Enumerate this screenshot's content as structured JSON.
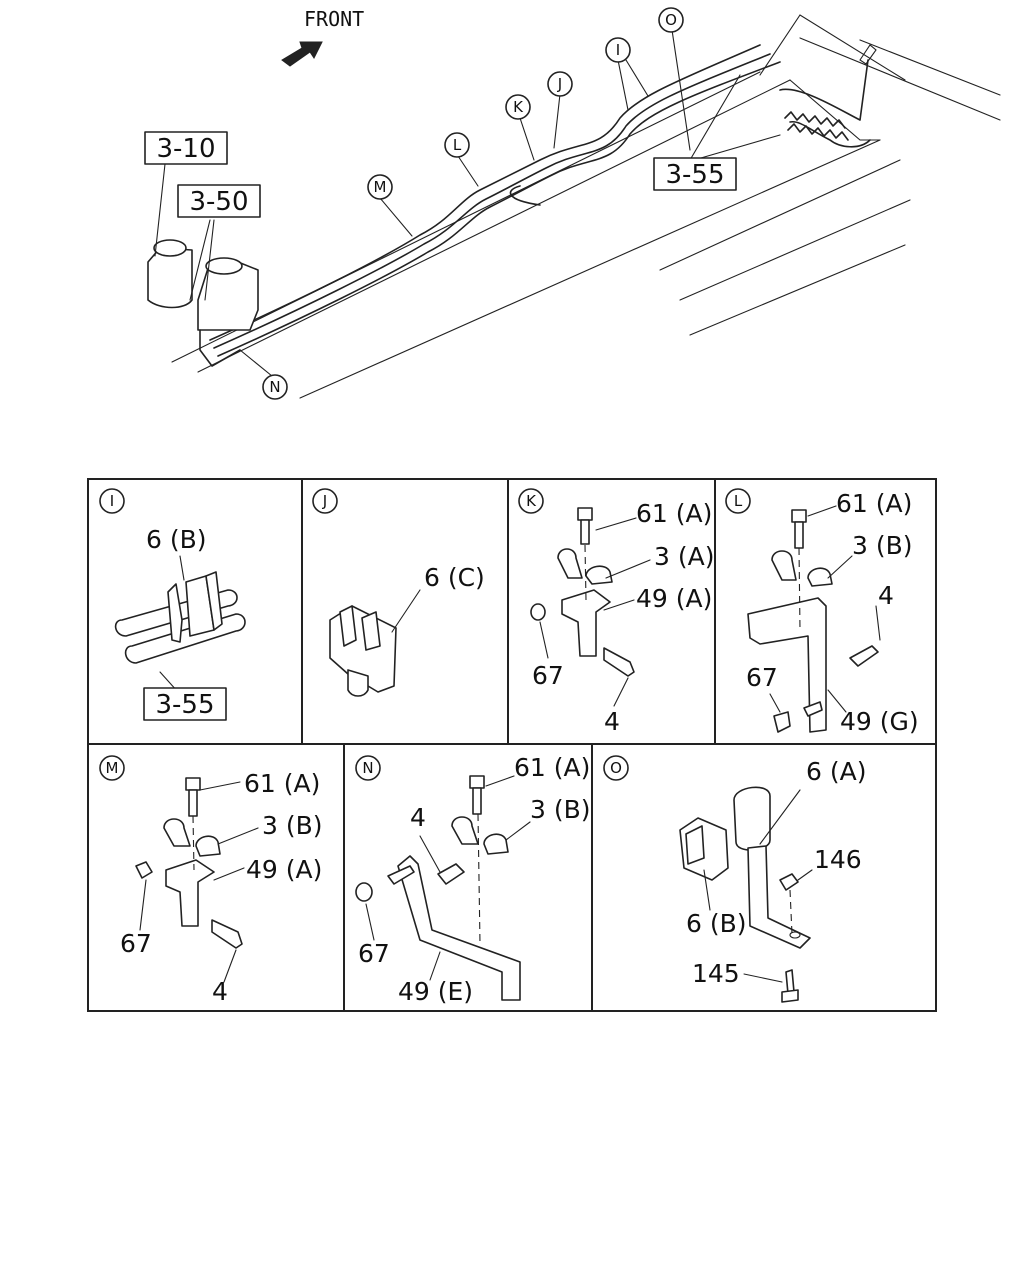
{
  "overview": {
    "front_label": "FRONT",
    "refs": {
      "r310": "3-10",
      "r350": "3-50",
      "r355": "3-55"
    },
    "callouts": {
      "I": "I",
      "J": "J",
      "K": "K",
      "L": "L",
      "M": "M",
      "N": "N",
      "O": "O"
    }
  },
  "panels": {
    "I": {
      "letter": "I",
      "labels": {
        "clip": "6 (B)",
        "ref": "3-55"
      }
    },
    "J": {
      "letter": "J",
      "labels": {
        "clip": "6 (C)"
      }
    },
    "K": {
      "letter": "K",
      "labels": {
        "bolt": "61 (A)",
        "clamp": "3 (A)",
        "bracket": "49 (A)",
        "nut": "67",
        "screw": "4"
      }
    },
    "L": {
      "letter": "L",
      "labels": {
        "bolt": "61 (A)",
        "clamp": "3 (B)",
        "screw": "4",
        "nut": "67",
        "bracket": "49 (G)"
      }
    },
    "M": {
      "letter": "M",
      "labels": {
        "bolt": "61 (A)",
        "clamp": "3 (B)",
        "bracket": "49 (A)",
        "nut": "67",
        "screw": "4"
      }
    },
    "N": {
      "letter": "N",
      "labels": {
        "bolt": "61 (A)",
        "screw": "4",
        "clamp": "3 (B)",
        "nut": "67",
        "bracket": "49 (E)"
      }
    },
    "O": {
      "letter": "O",
      "labels": {
        "strap": "6 (A)",
        "nut": "146",
        "clip": "6 (B)",
        "bolt": "145"
      }
    }
  }
}
